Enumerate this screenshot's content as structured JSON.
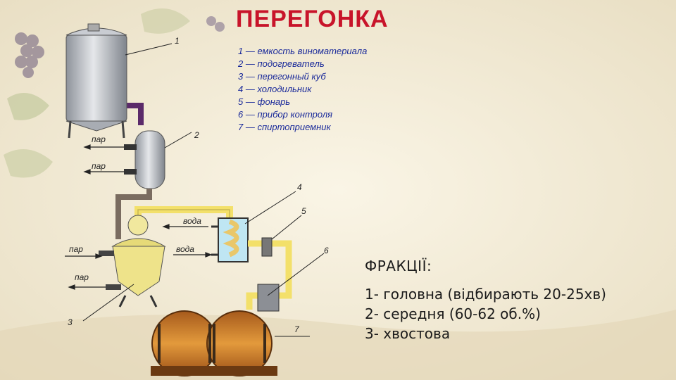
{
  "title": "ПЕРЕГОНКА",
  "legend": [
    "1 — емкость виноматериала",
    "2 — подогреватель",
    "3 — перегонный куб",
    "4 — холодильник",
    "5 — фонарь",
    "6 — прибор контроля",
    "7 — спиртоприемник"
  ],
  "diagram": {
    "numbers": [
      "1",
      "2",
      "3",
      "4",
      "5",
      "6",
      "7"
    ],
    "steam_labels": [
      "пар",
      "пар",
      "пар",
      "пар"
    ],
    "water_labels": [
      "вода",
      "вода"
    ]
  },
  "fractions": {
    "heading": "ФРАКЦІЇ:",
    "items": [
      "1- головна (відбирають 20-25хв)",
      "2- середня (60-62 об.%)",
      "3- хвостова"
    ]
  },
  "colors": {
    "title": "#c8142a",
    "legend": "#1a2a9a",
    "pipe_yellow": "#f3e06a",
    "pipe_purple": "#5b2a6a",
    "tank_steel": "#b9bcc3"
  }
}
